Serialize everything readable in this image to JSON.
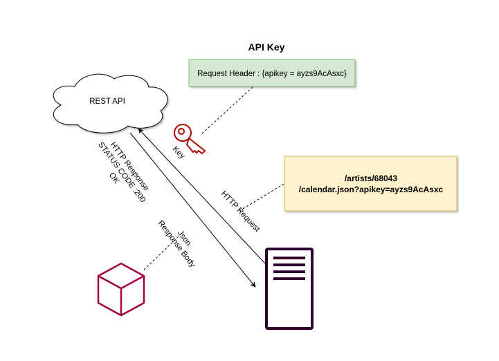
{
  "title": "API Key",
  "request_header": "Request Header : {apikey = ayzs9AcAsxc}",
  "cloud_label": "REST API",
  "key_label": "Key",
  "http_request_label": "HTTP Request",
  "http_response": {
    "line1": "HTTP Response",
    "line2": "STATUS CODE :200",
    "line3": "OK"
  },
  "json_label": {
    "line1": "Json",
    "line2": "Response Body"
  },
  "url_note": {
    "line1": "/artists/68043",
    "line2": "/calendar.json?apikey=ayzs9AcAsxc"
  },
  "colors": {
    "header_fill": "#d5e8d4",
    "header_stroke": "#82b366",
    "note_fill": "#fff2cc",
    "note_stroke": "#d6b656",
    "key_color": "#b20000",
    "cube_color": "#a50040",
    "server_color": "#2d0030"
  },
  "icons": [
    "cloud-icon",
    "key-icon",
    "cube-icon",
    "server-icon"
  ]
}
